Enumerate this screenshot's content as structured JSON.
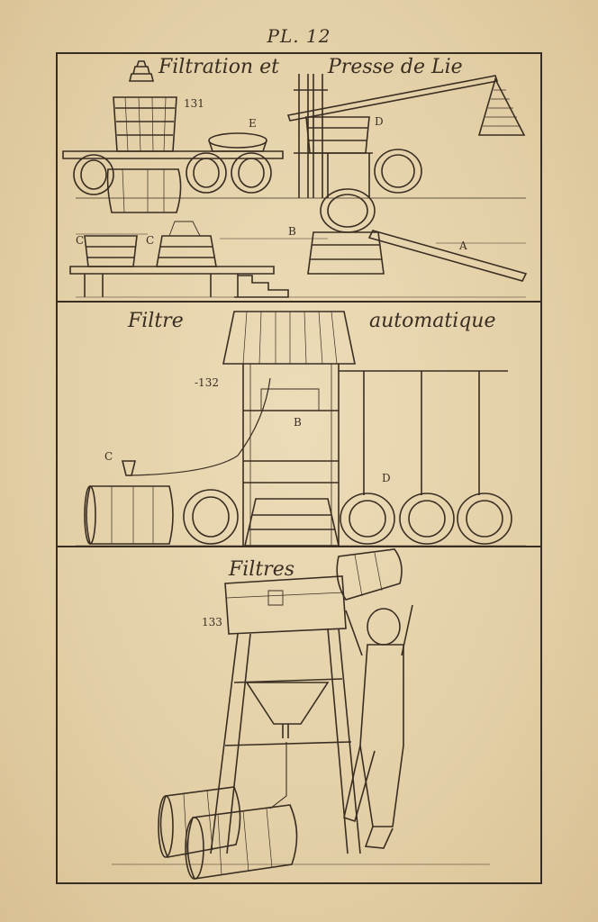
{
  "plate": {
    "title": "PL. 12"
  },
  "figures": [
    {
      "caption_left": "Filtration et",
      "caption_right": "Presse de Lie",
      "number": "131",
      "letters": [
        "E",
        "D",
        "B",
        "C",
        "C",
        "A"
      ]
    },
    {
      "caption_left": "Filtre",
      "caption_right": "automatique",
      "number": "-132",
      "letters": [
        "B",
        "C",
        "D"
      ]
    },
    {
      "caption": "Filtres",
      "number": "133"
    }
  ],
  "colors": {
    "paper": "#e6d3ad",
    "ink": "#3a2e22"
  }
}
